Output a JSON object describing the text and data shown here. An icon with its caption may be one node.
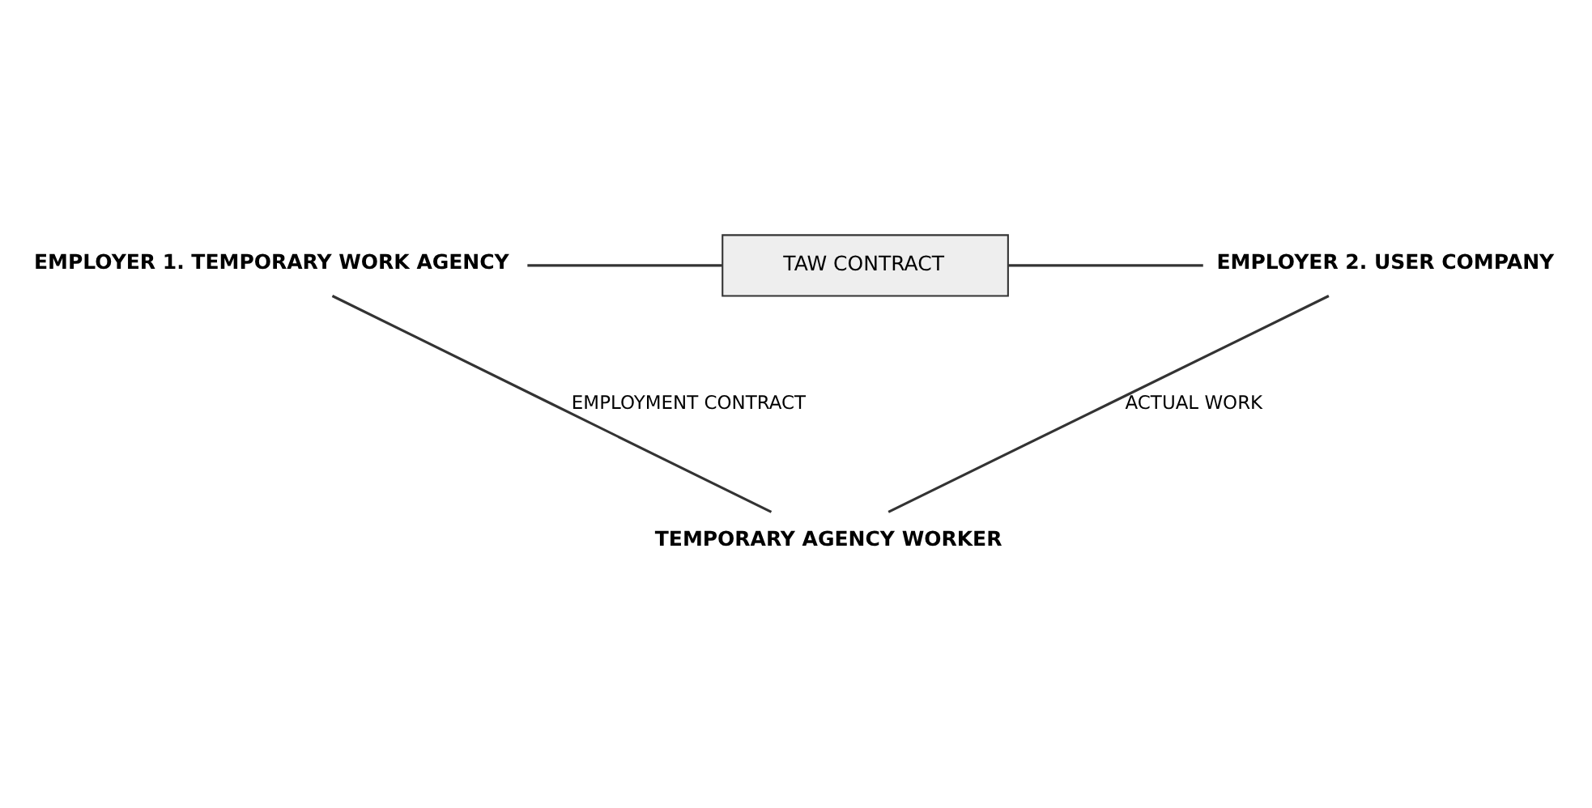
{
  "diagram": {
    "nodes": [
      {
        "text": [
          "EMPLOYER 1. TEMPORARY WORK AGENCY"
        ]
      },
      {
        "text": [
          "TAW CONTRACT"
        ]
      },
      {
        "text": [
          "EMPLOYER 2. USER COMPANY"
        ]
      },
      {
        "text": [
          "TEMPORARY AGENCY WORKER"
        ]
      }
    ],
    "edges": [
      {
        "from": 0,
        "to": 1,
        "arrow": "none"
      },
      {
        "from": 1,
        "to": 2,
        "arrow": "none"
      },
      {
        "from": 0,
        "to": 3,
        "arrow": "none",
        "label": "EMPLOYMENT CONTRACT"
      },
      {
        "from": 2,
        "to": 3,
        "arrow": "none",
        "label": "ACTUAL WORK"
      }
    ]
  }
}
